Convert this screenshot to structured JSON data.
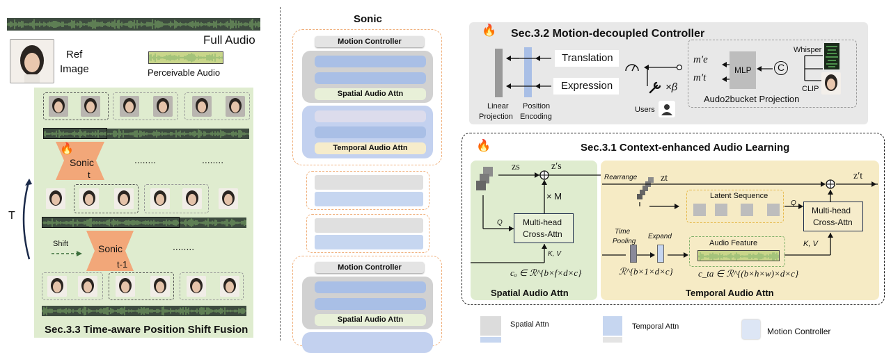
{
  "left_panel": {
    "full_audio_label": "Full Audio",
    "ref_image_label_1": "Ref",
    "ref_image_label_2": "Image",
    "perceivable_audio_label": "Perceivable Audio",
    "sonic_top_1": "Sonic",
    "sonic_top_2": "t",
    "sonic_bottom_1": "Sonic",
    "sonic_bottom_2": "t-1",
    "shift_label": "Shift",
    "t_label": "T",
    "ellipsis_long": "........",
    "ellipsis_short": "··",
    "caption": "Sec.3.3 Time-aware Position Shift Fusion",
    "colors": {
      "panel_bg": "#dfeccf",
      "sonic_shape": "#f2a779",
      "wave_dark": "#3d4b3f",
      "wave_green": "#7fb069"
    }
  },
  "middle_panel": {
    "title": "Sonic",
    "motion_controller_1": "Motion Controller",
    "spatial_attn_1": "Spatial Audio Attn",
    "temporal_attn_1": "Temporal Audio Attn",
    "motion_controller_2": "Motion Controller",
    "spatial_attn_2": "Spatial Audio Attn",
    "colors": {
      "dashed_border": "#f0b07c",
      "gray_block": "#cfcfcf",
      "blue_block": "#a9bfe6",
      "spatial_label_bg": "#e8f0d8",
      "temporal_label_bg": "#f6eccb"
    }
  },
  "motion_panel": {
    "title": "Sec.3.2 Motion-decoupled Controller",
    "translation": "Translation",
    "expression": "Expression",
    "linear_projection_1": "Linear",
    "linear_projection_2": "Projection",
    "position_encoding_1": "Position",
    "position_encoding_2": "Encoding",
    "beta_label": "×β",
    "users_label": "Users",
    "me_label": "m′e",
    "mt_label": "m′t",
    "mlp_label": "MLP",
    "concat_symbol": "C",
    "whisper_label": "Whisper",
    "clip_label": "CLIP",
    "audio2bucket_label": "Audo2bucket Projection",
    "colors": {
      "panel_bg": "#e8e8e8"
    }
  },
  "context_panel": {
    "title": "Sec.3.1 Context-enhanced Audio Learning",
    "spatial": {
      "zs": "zs",
      "zs_prime": "z′s",
      "times_m": "× M",
      "q": "Q",
      "kv": "K, V",
      "mhca_1": "Multi-head",
      "mhca_2": "Cross-Attn",
      "ca_formula": "cₐ ∈ ℛ^{b×f×d×c}",
      "caption": "Spatial Audio Attn"
    },
    "temporal": {
      "rearrange": "Rearrange",
      "zt": "zt",
      "zt_prime": "z′t",
      "latent_sequence": "Latent Sequence",
      "q": "Q",
      "mhca_1": "Multi-head",
      "mhca_2": "Cross-Attn",
      "time_pooling_1": "Time",
      "time_pooling_2": "Pooling",
      "expand": "Expand",
      "audio_feature": "Audio Feature",
      "kv": "K, V",
      "pool_formula": "ℛ^{b×1×d×c}",
      "cta_formula": "c_ta ∈ ℛ^{(b×h×w)×d×c}",
      "caption": "Temporal Audio Attn"
    },
    "colors": {
      "spatial_bg": "#dfeccf",
      "temporal_bg": "#f6ebc5"
    }
  },
  "legend": {
    "spatial_attn": "Spatial Attn",
    "temporal_attn": "Temporal Attn",
    "motion_controller": "Motion Controller"
  }
}
